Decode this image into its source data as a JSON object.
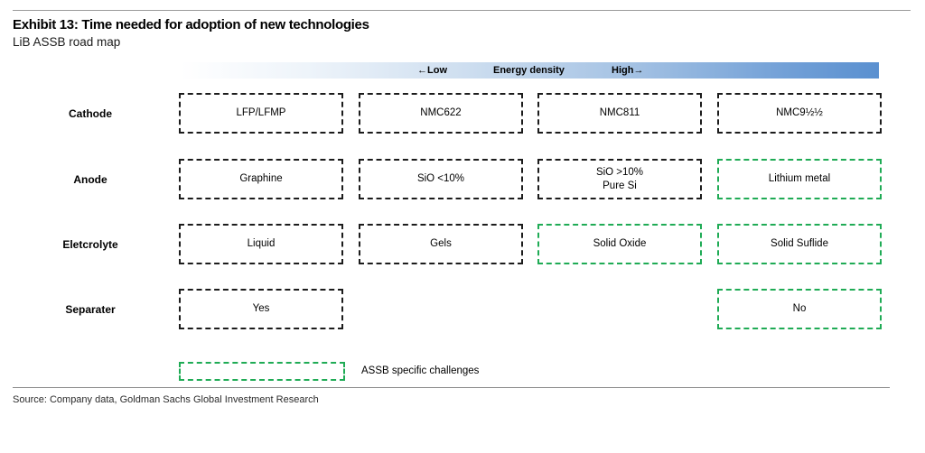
{
  "header": {
    "exhibit_title": "Exhibit 13: Time needed for adoption of new technologies",
    "subtitle": "LiB ASSB road map"
  },
  "axis": {
    "low_label": "←Low",
    "title": "Energy density",
    "high_label": "High→"
  },
  "rows": [
    {
      "label": "Cathode",
      "cells": [
        {
          "col": 1,
          "text": "LFP/LFMP",
          "assb_challenge": false
        },
        {
          "col": 2,
          "text": "NMC622",
          "assb_challenge": false
        },
        {
          "col": 3,
          "text": "NMC811",
          "assb_challenge": false
        },
        {
          "col": 4,
          "text": "NMC9½½",
          "assb_challenge": false
        }
      ]
    },
    {
      "label": "Anode",
      "cells": [
        {
          "col": 1,
          "text": "Graphine",
          "assb_challenge": false
        },
        {
          "col": 2,
          "text": "SiO <10%",
          "assb_challenge": false
        },
        {
          "col": 3,
          "text": "SiO >10%\nPure Si",
          "assb_challenge": false
        },
        {
          "col": 4,
          "text": "Lithium metal",
          "assb_challenge": true
        }
      ]
    },
    {
      "label": "Eletcrolyte",
      "cells": [
        {
          "col": 1,
          "text": "Liquid",
          "assb_challenge": false
        },
        {
          "col": 2,
          "text": "Gels",
          "assb_challenge": false
        },
        {
          "col": 3,
          "text": "Solid Oxide",
          "assb_challenge": true
        },
        {
          "col": 4,
          "text": "Solid Suflide",
          "assb_challenge": true
        }
      ]
    },
    {
      "label": "Separater",
      "cells": [
        {
          "col": 1,
          "text": "Yes",
          "assb_challenge": false
        },
        {
          "col": 4,
          "text": "No",
          "assb_challenge": true
        }
      ]
    }
  ],
  "legend": {
    "label": "ASSB specific challenges",
    "swatch_meaning": "green-dashed-box"
  },
  "source": "Source: Company data, Goldman Sachs Global Investment Research",
  "colors": {
    "challenge_green": "#1fab55",
    "gradient_end_blue": "#5a90d0",
    "box_border_black": "#1c1c1c"
  }
}
